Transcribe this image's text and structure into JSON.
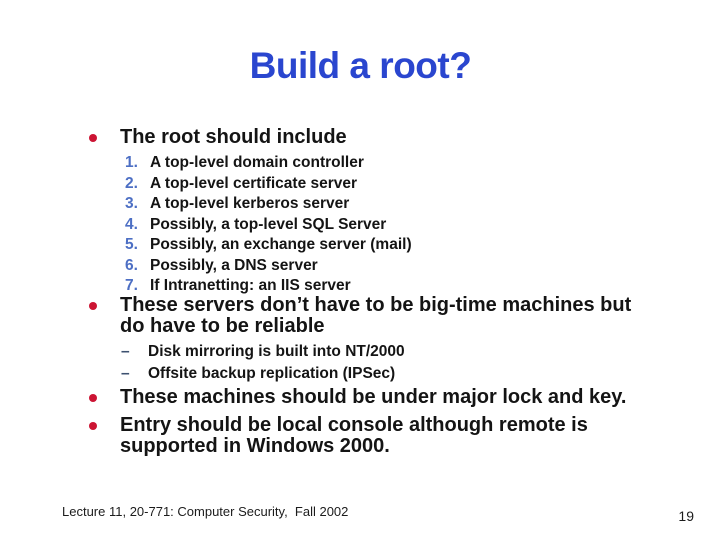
{
  "slide": {
    "title": "Build a root?",
    "colors": {
      "title_blue": "#2a46cf",
      "bullet_red": "#cc1433",
      "number_blue": "#4d6fc4",
      "dash_navy": "#3d5170",
      "body_black": "#141414",
      "background": "#ffffff"
    },
    "bullets": {
      "b1": {
        "text": "The root should include"
      },
      "numbered": [
        {
          "num": "1.",
          "text": "A top-level domain controller"
        },
        {
          "num": "2.",
          "text": "A top-level certificate server"
        },
        {
          "num": "3.",
          "text": "A top-level kerberos server"
        },
        {
          "num": "4.",
          "text": "Possibly, a top-level SQL Server"
        },
        {
          "num": "5.",
          "text": "Possibly, an exchange server (mail)"
        },
        {
          "num": "6.",
          "text": "Possibly, a DNS server"
        },
        {
          "num": "7.",
          "text": "If Intranetting: an IIS server"
        }
      ],
      "b2": {
        "text": "These servers don’t have to be big-time machines but\ndo have to be reliable"
      },
      "dashes": [
        {
          "glyph": "–",
          "text": "Disk mirroring is built into NT/2000"
        },
        {
          "glyph": "–",
          "text": "Offsite backup replication (IPSec)"
        }
      ],
      "b3": {
        "text": "These machines should be under major lock and key."
      },
      "b4": {
        "text": "Entry should be local console although remote is\nsupported in Windows 2000."
      }
    },
    "footer": {
      "left": "Lecture 11, 20-771: Computer Security,  Fall 2002",
      "page": "19"
    }
  }
}
